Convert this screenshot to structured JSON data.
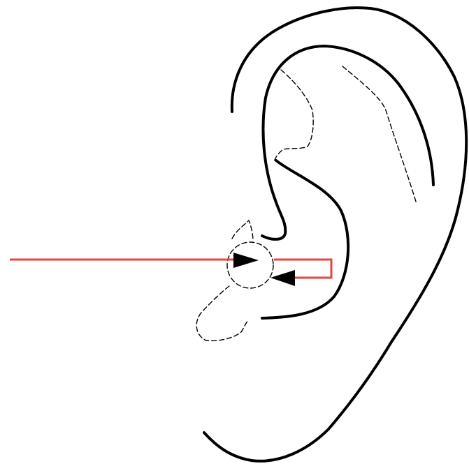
{
  "diagram": {
    "subject": "ear-outline-with-signal-path",
    "colors": {
      "background": "#ffffff",
      "outline": "#000000",
      "signal_line": "#e8453c",
      "arrowhead": "#000000"
    },
    "elements": [
      "outer-ear-outline",
      "inner-helix-outline",
      "antihelix-dashed-outline",
      "concha-dashed-outline",
      "ear-canal-dashed-circle",
      "lobule-dashed-outline",
      "incoming-signal-line",
      "incoming-arrowhead",
      "return-signal-line",
      "return-arrowhead"
    ]
  }
}
